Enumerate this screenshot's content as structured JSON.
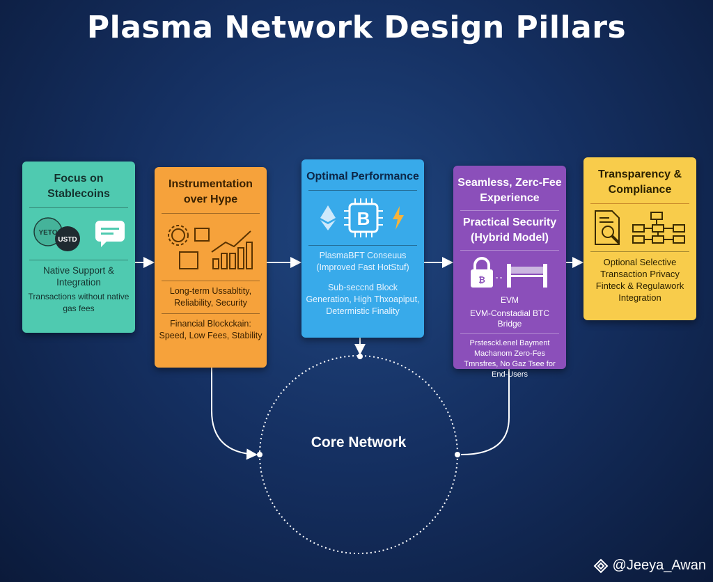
{
  "title": "Plasma Network Design Pillars",
  "pillars": [
    {
      "title": "Focus on Stablecoins",
      "icon_labels": [
        "YETO",
        "USTD"
      ],
      "texts": [
        "Native Support & Integration",
        "Transactions without native gas fees"
      ],
      "color": "#4fcab0"
    },
    {
      "title": "Instrumentation over Hype",
      "texts": [
        "Long-term Ussabltity, Reliability, Security",
        "Financial Blockckain: Speed, Low Fees, Stability"
      ],
      "color": "#f6a23b"
    },
    {
      "title": "Optimal Performance",
      "texts": [
        "PlasmaBFT Conseuus (Improved Fast HotStuf)",
        "Sub-seccnd Block Generation, High Thxoapiput, Determistic Finality"
      ],
      "color": "#38aaea"
    },
    {
      "title": "Seamless, Zerc-Fee Experience",
      "subtitle": "Practical Security (Hybrid Model)",
      "texts": [
        "EVM",
        "EVM-Constadial BTC Bridge",
        "Prstesckl.enel Bayment Machanom Zero-Fes Tmnsfres, No Gaz Tsee for End-Users"
      ],
      "color": "#8b4fba"
    },
    {
      "title": "Transparency & Compliance",
      "texts": [
        "Optional Selective Transaction Privacy Finteck & Regulawork Integration"
      ],
      "color": "#f8cc4b"
    }
  ],
  "core": "Core Network",
  "watermark": "@Jeeya_Awan"
}
